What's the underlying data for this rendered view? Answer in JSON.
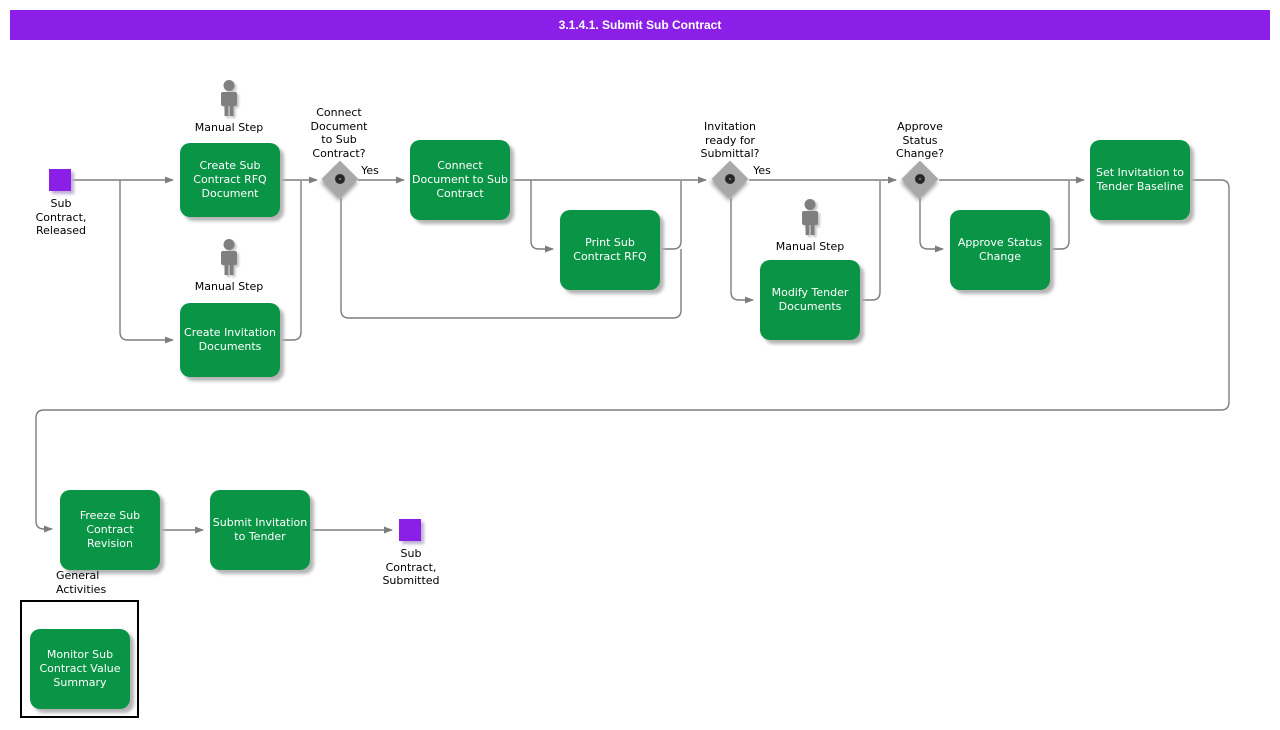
{
  "header": {
    "title": "3.1.4.1. Submit Sub Contract"
  },
  "colors": {
    "accent": "#8b1fe8",
    "activity": "#0a9446",
    "line": "#7d7d7d",
    "diamond": "#a8a8a8",
    "person": "#7f7f7f"
  },
  "icons": {
    "manual_step": "person-icon",
    "gateway": "circle-in-diamond-icon",
    "event": "purple-square-icon"
  },
  "events": {
    "start": {
      "label": "Sub Contract, Released"
    },
    "end": {
      "label": "Sub Contract, Submitted"
    }
  },
  "activities": {
    "create_rfq": {
      "label": "Create Sub Contract RFQ Document",
      "annotation": "Manual Step"
    },
    "create_invitation": {
      "label": "Create Invitation Documents",
      "annotation": "Manual Step"
    },
    "connect_document": {
      "label": "Connect Document to Sub Contract"
    },
    "print_rfq": {
      "label": "Print Sub Contract RFQ"
    },
    "modify_tender": {
      "label": "Modify Tender Documents",
      "annotation": "Manual Step"
    },
    "approve_status": {
      "label": "Approve Status Change"
    },
    "set_invitation": {
      "label": "Set Invitation to Tender Baseline"
    },
    "freeze_revision": {
      "label": "Freeze Sub Contract Revision"
    },
    "submit_invitation": {
      "label": "Submit Invitation to Tender"
    },
    "monitor_value": {
      "label": "Monitor Sub Contract Value Summary"
    }
  },
  "gateways": {
    "connect_document": {
      "question": "Connect Document to Sub Contract?",
      "branch_label": "Yes"
    },
    "invitation_ready": {
      "question": "Invitation ready for Submittal?",
      "branch_label": "Yes"
    },
    "approve_status": {
      "question": "Approve Status Change?"
    }
  },
  "groups": {
    "general_activities": {
      "title": "General Activities"
    }
  }
}
